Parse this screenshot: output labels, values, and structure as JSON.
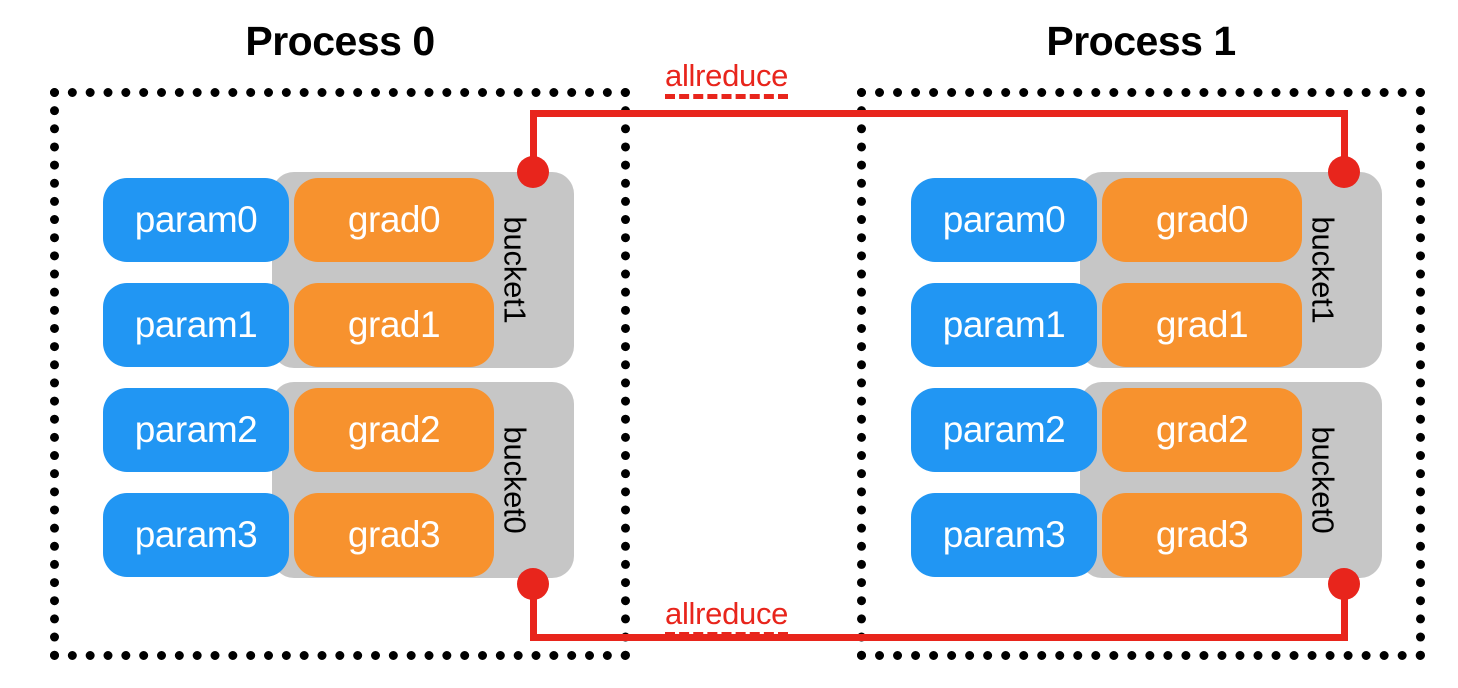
{
  "diagram": {
    "title_process_0": "Process 0",
    "title_process_1": "Process 1",
    "allreduce_top_label": "allreduce",
    "allreduce_bottom_label": "allreduce",
    "colors": {
      "param": "#2196f3",
      "grad": "#f7922e",
      "bucket": "#c6c6c6",
      "wire": "#e8251c",
      "frame": "#000000",
      "background": "#ffffff"
    }
  },
  "processes": [
    {
      "id": "process-0",
      "title": "Process 0",
      "buckets": [
        {
          "id": "bucket1",
          "label": "bucket1",
          "rows": [
            {
              "param": "param0",
              "grad": "grad0"
            },
            {
              "param": "param1",
              "grad": "grad1"
            }
          ]
        },
        {
          "id": "bucket0",
          "label": "bucket0",
          "rows": [
            {
              "param": "param2",
              "grad": "grad2"
            },
            {
              "param": "param3",
              "grad": "grad3"
            }
          ]
        }
      ]
    },
    {
      "id": "process-1",
      "title": "Process 1",
      "buckets": [
        {
          "id": "bucket1",
          "label": "bucket1",
          "rows": [
            {
              "param": "param0",
              "grad": "grad0"
            },
            {
              "param": "param1",
              "grad": "grad1"
            }
          ]
        },
        {
          "id": "bucket0",
          "label": "bucket0",
          "rows": [
            {
              "param": "param2",
              "grad": "grad2"
            },
            {
              "param": "param3",
              "grad": "grad3"
            }
          ]
        }
      ]
    }
  ]
}
